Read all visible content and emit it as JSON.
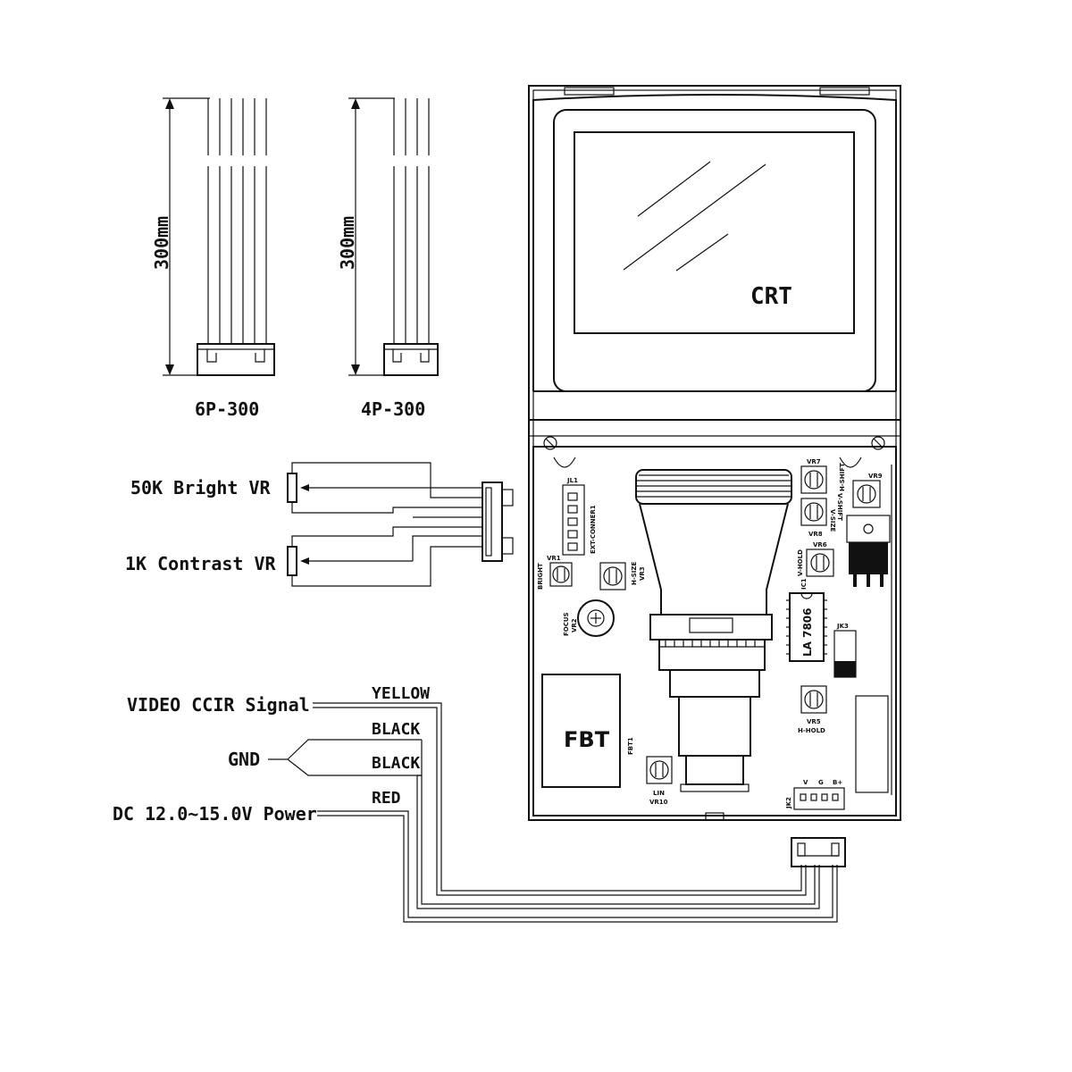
{
  "cables": [
    {
      "name": "6P-300",
      "length": "300mm",
      "pins": 6
    },
    {
      "name": "4P-300",
      "length": "300mm",
      "pins": 4
    }
  ],
  "module": {
    "crt_label": "CRT",
    "fbt_label": "FBT",
    "ic_label": "LA 7806"
  },
  "controls": {
    "bright": "50K Bright VR",
    "contrast": "1K Contrast VR"
  },
  "signals": {
    "video": "VIDEO CCIR Signal",
    "gnd": "GND",
    "power": "DC 12.0~15.0V Power"
  },
  "wires": {
    "yellow": "YELLOW",
    "black1": "BLACK",
    "black2": "BLACK",
    "red": "RED"
  },
  "pcb_labels": {
    "jl1": "JL1",
    "ext_conn": "EXT-CONNER1",
    "vr1": "VR1",
    "bright_small": "BRIGHT",
    "vr2": "VR2",
    "focus": "FOCUS",
    "vr3": "VR3",
    "hsize": "H-SIZE",
    "vr7": "VR7",
    "vr8": "VR8",
    "vr6": "VR6",
    "vr9": "VR9",
    "vshift": "V-SHIFT",
    "vsize": "V-SIZE",
    "hshift": "H-SHIFT",
    "vhold": "V-HOLD",
    "ic1": "IC1",
    "jk3": "JK3",
    "vr5": "VR5",
    "hhold": "H-HOLD",
    "fbt1": "FBT1",
    "lin": "LIN",
    "vr10": "VR10",
    "jk2": "JK2",
    "pin_v": "V",
    "pin_g": "G",
    "pin_bplus": "B+"
  }
}
